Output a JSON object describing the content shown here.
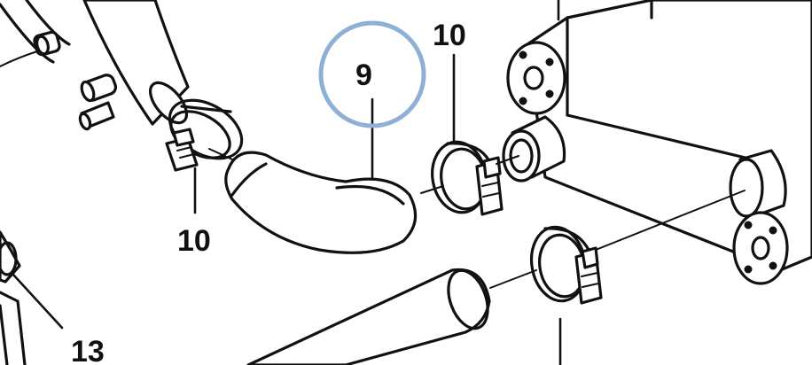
{
  "diagram": {
    "callouts": [
      {
        "id": "hose",
        "label": "9",
        "highlighted": true
      },
      {
        "id": "clamp-top-right",
        "label": "10"
      },
      {
        "id": "clamp-left",
        "label": "10"
      },
      {
        "id": "pipe-bottom-left",
        "label": "13"
      }
    ],
    "highlight_color": "#8fb0d6",
    "ink_color": "#111111"
  }
}
